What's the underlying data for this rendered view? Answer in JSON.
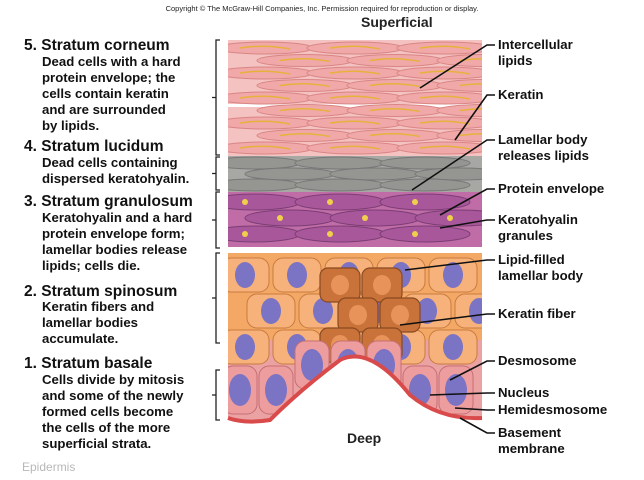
{
  "copyright": "Copyright © The McGraw-Hill Companies, Inc. Permission required for reproduction or display.",
  "orientation": {
    "top": "Superficial",
    "bottom": "Deep"
  },
  "layers": [
    {
      "title": "5. Stratum corneum",
      "description": "Dead cells with a hard\nprotein envelope; the\ncells contain keratin\nand are surrounded\nby lipids."
    },
    {
      "title": "4. Stratum lucidum",
      "description": "Dead cells containing\ndispersed keratohyalin."
    },
    {
      "title": "3. Stratum granulosum",
      "description": "Keratohyalin and a hard\nprotein envelope form;\nlamellar bodies release\nlipids; cells die."
    },
    {
      "title": "2. Stratum spinosum",
      "description": "Keratin fibers and\nlamellar bodies\naccumulate."
    },
    {
      "title": "1. Stratum basale",
      "description": "Cells divide by mitosis\nand some of the newly\nformed cells become\nthe cells of the more\nsuperficial strata."
    }
  ],
  "callouts": [
    "Intercellular\nlipids",
    "Keratin",
    "Lamellar body\nreleases lipids",
    "Protein envelope",
    "Keratohyalin\ngranules",
    "Lipid-filled\nlamellar body",
    "Keratin fiber",
    "Desmosome",
    "Nucleus",
    "Hemidesmosome",
    "Basement\nmembrane"
  ],
  "caption": "Epidermis",
  "colors": {
    "corneum": "#f2b7b4",
    "lucidum": "#a9a9a6",
    "granulosum": "#b7669f",
    "spinosum": "#f4a868",
    "basale": "#eaa3a3",
    "nucleus": "#7b73c4",
    "membrane": "#d94a4a"
  }
}
